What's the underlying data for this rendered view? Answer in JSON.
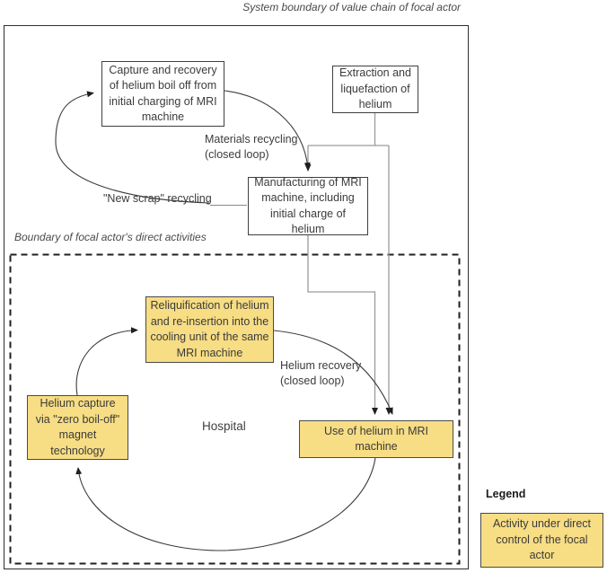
{
  "title": "System boundary of value chain of focal actor",
  "boundary_label": "Boundary of focal actor's direct activities",
  "nodes": {
    "capture_recovery": {
      "label": "Capture and recovery of helium boil off from initial charging of MRI machine",
      "type": "value-chain"
    },
    "extraction": {
      "label": "Extraction and liquefaction of helium",
      "type": "value-chain"
    },
    "manufacturing": {
      "label": "Manufacturing of MRI machine, including initial charge of helium",
      "type": "value-chain"
    },
    "reliquification": {
      "label": "Reliquification of helium and re-insertion into the cooling unit of the same MRI machine",
      "type": "direct-activity"
    },
    "helium_capture": {
      "label": "Helium capture via \"zero boil-off\" magnet technology",
      "type": "direct-activity"
    },
    "use_helium": {
      "label": "Use of helium in MRI machine",
      "type": "direct-activity"
    }
  },
  "flow_labels": {
    "materials_recycling": "Materials recycling\n(closed loop)",
    "new_scrap": "\"New scrap\" recycling",
    "helium_recovery": "Helium recovery\n(closed loop)",
    "hospital": "Hospital"
  },
  "legend": {
    "title": "Legend",
    "item": "Activity under direct control of the focal actor"
  },
  "colors": {
    "activity_fill": "#F7DD84",
    "box_border": "#3F3F3F",
    "connector_gray": "#9A9A9A",
    "arrow_black": "#3C3C3C",
    "boundary_dash": "#1F1F1F"
  }
}
